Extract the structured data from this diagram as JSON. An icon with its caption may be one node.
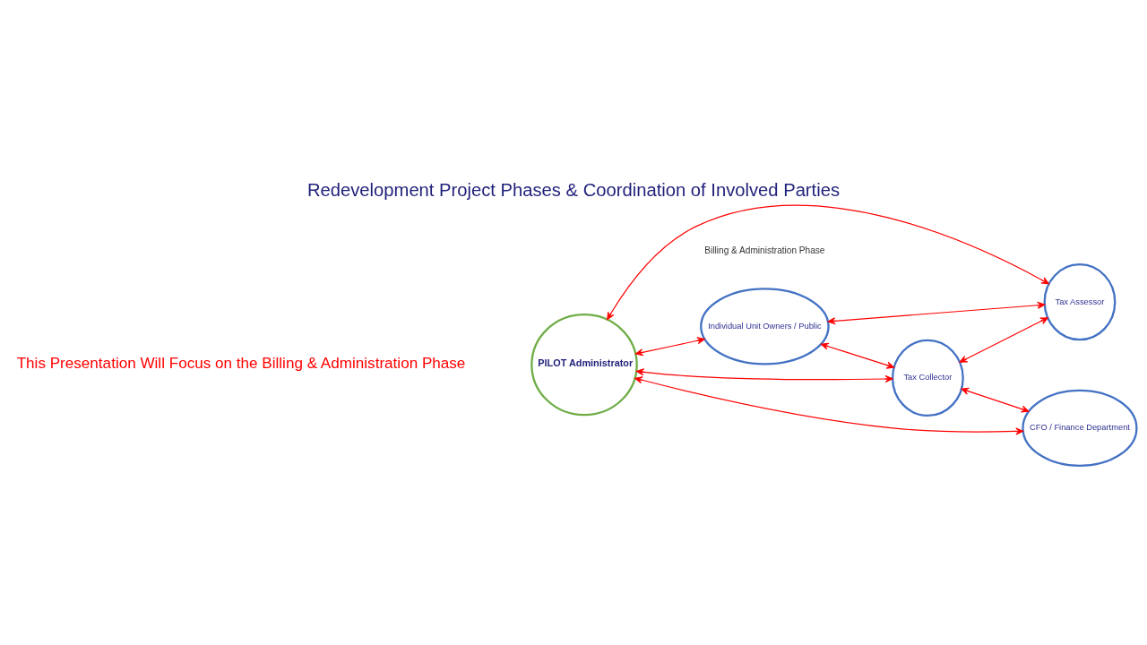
{
  "diagram": {
    "title": "Redevelopment Project Phases & Coordination of Involved Parties",
    "nodes": [
      {
        "text": [
          "PILOT Administrator"
        ]
      },
      {
        "text": [
          "Individual Unit Owners / Public"
        ]
      },
      {
        "text": [
          "Tax Collector"
        ]
      },
      {
        "text": [
          "Tax Assessor"
        ]
      },
      {
        "text": [
          "CFO / Finance Department"
        ]
      }
    ],
    "edges": [
      {
        "from": 0,
        "to": 1,
        "arrow": "both"
      },
      {
        "from": 0,
        "to": 3,
        "arrow": "both"
      },
      {
        "from": 0,
        "to": 2,
        "arrow": "both"
      },
      {
        "from": 0,
        "to": 4,
        "arrow": "both"
      },
      {
        "from": 1,
        "to": 2,
        "arrow": "both"
      },
      {
        "from": 1,
        "to": 3,
        "arrow": "both"
      },
      {
        "from": 2,
        "to": 3,
        "arrow": "both"
      },
      {
        "from": 2,
        "to": 4,
        "arrow": "both"
      }
    ],
    "labels": [
      "Billing & Administration Phase",
      "This Presentation Will Focus on the Billing & Administration Phase"
    ]
  }
}
